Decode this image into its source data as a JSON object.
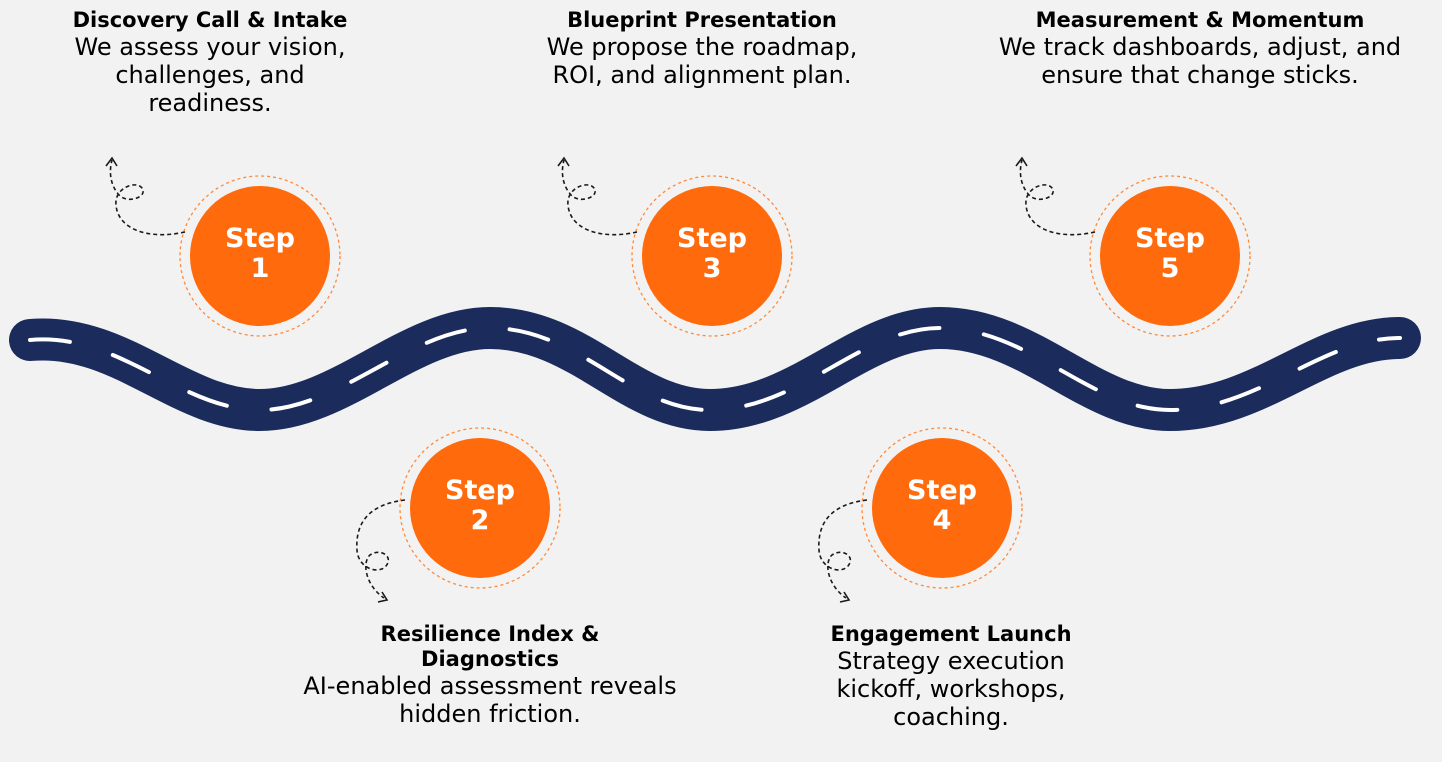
{
  "colors": {
    "background": "#f2f2f2",
    "road": "#1b2b5c",
    "road_dash": "#ffffff",
    "step_circle": "#ff6a0c",
    "step_ring": "#ff8a3a",
    "arrow": "#1a1a1a"
  },
  "steps": [
    {
      "word": "Step",
      "number": "1",
      "title": "Discovery Call & Intake",
      "description": "We assess your vision, challenges, and readiness."
    },
    {
      "word": "Step",
      "number": "2",
      "title": "Resilience Index & Diagnostics",
      "description": "AI-enabled assessment reveals hidden friction."
    },
    {
      "word": "Step",
      "number": "3",
      "title": "Blueprint Presentation",
      "description": "We propose the roadmap, ROI, and alignment plan."
    },
    {
      "word": "Step",
      "number": "4",
      "title": "Engagement Launch",
      "description": "Strategy execution kickoff, workshops, coaching."
    },
    {
      "word": "Step",
      "number": "5",
      "title": "Measurement & Momentum",
      "description": "We track dashboards, adjust, and ensure that change sticks."
    }
  ]
}
